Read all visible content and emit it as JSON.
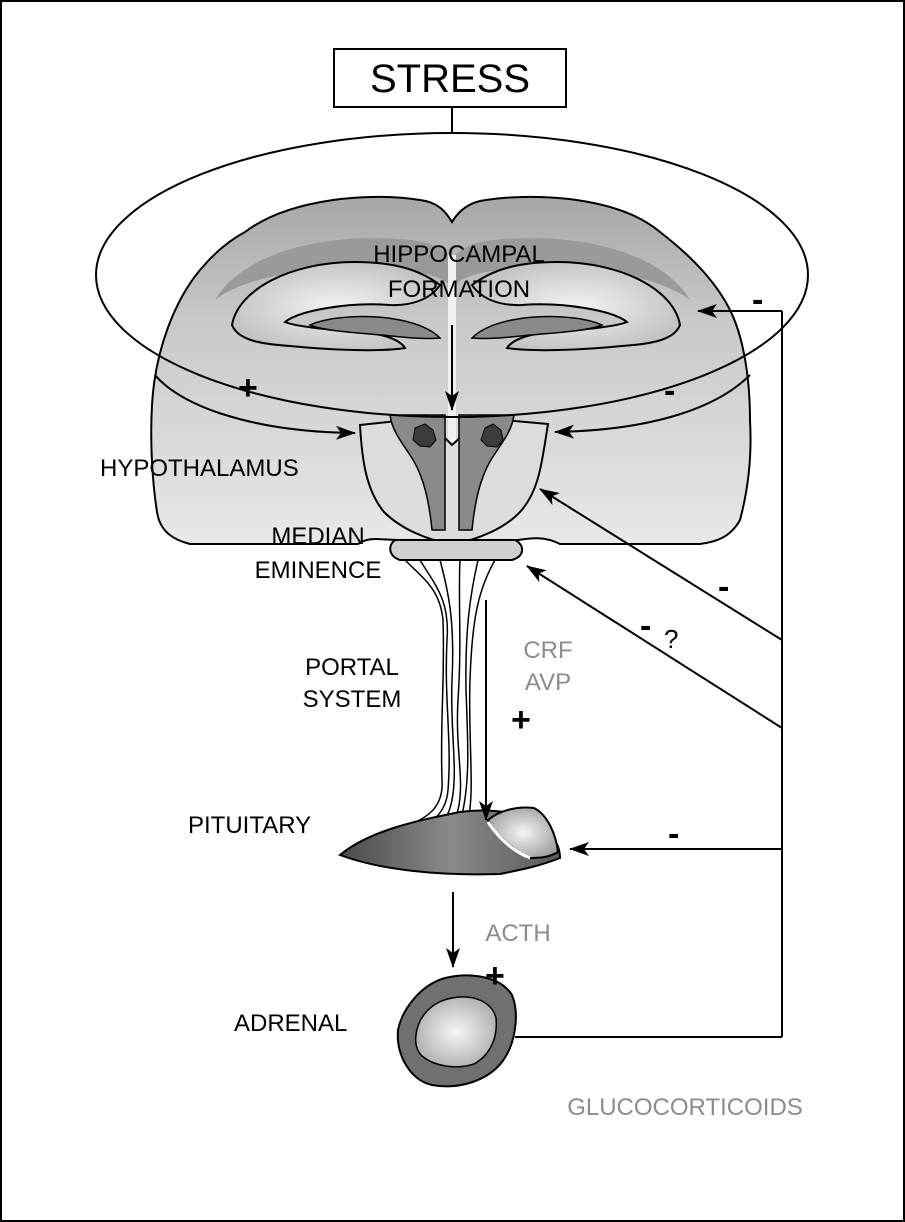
{
  "stress": "STRESS",
  "labels": {
    "hippocampal_1": "HIPPOCAMPAL",
    "hippocampal_2": "FORMATION",
    "hypothalamus": "HYPOTHALAMUS",
    "median_1": "MEDIAN",
    "median_2": "EMINENCE",
    "portal_1": "PORTAL",
    "portal_2": "SYSTEM",
    "pituitary": "PITUITARY",
    "adrenal": "ADRENAL"
  },
  "hormones": {
    "crf": "CRF",
    "avp": "AVP",
    "acth": "ACTH",
    "glucocorticoids": "GLUCOCORTICOIDS"
  },
  "signs": {
    "stress_to_hypothalamus": "+",
    "stress_inhibition": "-",
    "crf_avp": "+",
    "acth": "+",
    "feedback_hippocampus": "-",
    "feedback_hypothalamus": "-",
    "feedback_median_eminence": "-",
    "feedback_median_eminence_query": "?",
    "feedback_pituitary": "-"
  },
  "colors": {
    "black": "#000000",
    "grey_text": "#8c8c8c",
    "brain_light": "#e4e4e4",
    "brain_dark": "#b4b4b4",
    "hippocampus_mid": "#8f8f8f",
    "pituitary_dark": "#555555",
    "adrenal_dark": "#6a6a6a"
  }
}
